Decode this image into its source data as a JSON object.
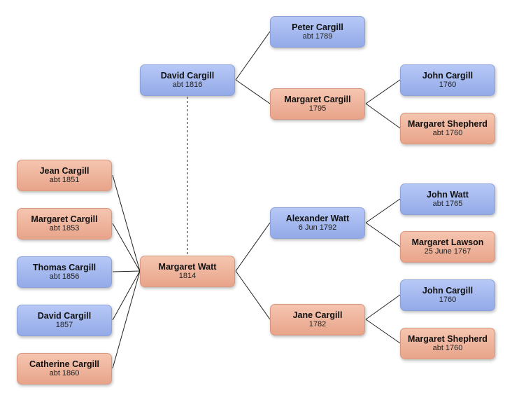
{
  "people": {
    "peter_cargill": {
      "name": "Peter Cargill",
      "date": "abt 1789"
    },
    "david_cargill_1816": {
      "name": "David Cargill",
      "date": "abt 1816"
    },
    "margaret_cargill_1795": {
      "name": "Margaret Cargill",
      "date": "1795"
    },
    "john_cargill_a": {
      "name": "John Cargill",
      "date": "1760"
    },
    "margaret_shepherd_a": {
      "name": "Margaret Shepherd",
      "date": "abt 1760"
    },
    "jean_cargill": {
      "name": "Jean Cargill",
      "date": "abt 1851"
    },
    "margaret_cargill_1853": {
      "name": "Margaret Cargill",
      "date": "abt 1853"
    },
    "thomas_cargill": {
      "name": "Thomas Cargill",
      "date": "abt 1856"
    },
    "david_cargill_1857": {
      "name": "David Cargill",
      "date": "1857"
    },
    "catherine_cargill": {
      "name": "Catherine Cargill",
      "date": "abt 1860"
    },
    "margaret_watt": {
      "name": "Margaret Watt",
      "date": "1814"
    },
    "alexander_watt": {
      "name": "Alexander Watt",
      "date": "6 Jun 1792"
    },
    "john_watt": {
      "name": "John Watt",
      "date": "abt 1765"
    },
    "margaret_lawson": {
      "name": "Margaret Lawson",
      "date": "25 June 1767"
    },
    "jane_cargill": {
      "name": "Jane Cargill",
      "date": "1782"
    },
    "john_cargill_b": {
      "name": "John Cargill",
      "date": "1760"
    },
    "margaret_shepherd_b": {
      "name": "Margaret Shepherd",
      "date": "abt 1760"
    }
  },
  "colors": {
    "male": "#9fb4ee",
    "female": "#eeb39c",
    "line": "#222222"
  }
}
